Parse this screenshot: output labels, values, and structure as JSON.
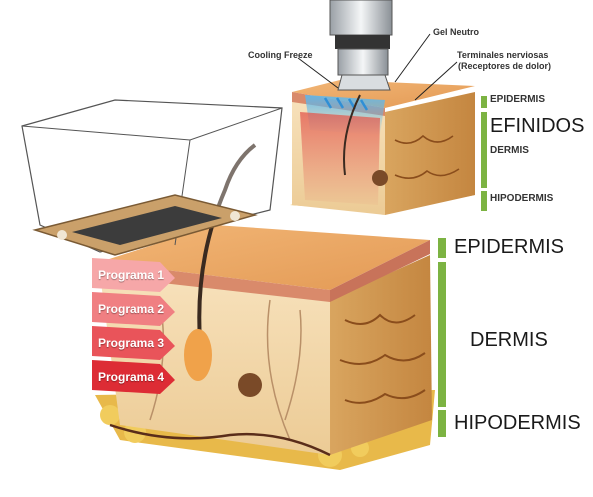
{
  "labels": {
    "cooling_freeze": "Cooling Freeze",
    "gel_neutro": "Gel Neutro",
    "terminales_line1": "Terminales nerviosas",
    "terminales_line2": "(Receptores de dolor)",
    "definidos": "EFINIDOS"
  },
  "small_layers": {
    "epidermis": "EPIDERMIS",
    "dermis": "DERMIS",
    "hipodermis": "HIPODERMIS"
  },
  "large_layers": {
    "epidermis": "EPIDERMIS",
    "dermis": "DERMIS",
    "hipodermis": "HIPODERMIS"
  },
  "programs": [
    "Programa 1",
    "Programa 2",
    "Programa 3",
    "Programa 4"
  ],
  "colors": {
    "layer_bar": "#7cb342",
    "epidermis_top": "#e9a866",
    "dermis": "#f3d9ad",
    "fat": "#e8b94a",
    "program_1": "#f6a7a8",
    "program_2": "#f07f82",
    "program_3": "#e9545a",
    "program_4": "#dd2c35",
    "cooling_blue": "#4fb0e6"
  }
}
